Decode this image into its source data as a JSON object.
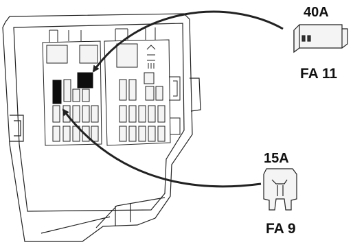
{
  "fuses": [
    {
      "rating": "40A",
      "code": "FA 11"
    },
    {
      "rating": "15A",
      "code": "FA 9"
    }
  ],
  "colors": {
    "line": "#222222",
    "fuse_fill": "#f4f4f4",
    "highlight": "#0d0d0d"
  },
  "icons": [
    "fuse-box-outline",
    "maxi-fuse-40a-icon",
    "mini-blade-fuse-15a-icon",
    "curved-arrow"
  ]
}
